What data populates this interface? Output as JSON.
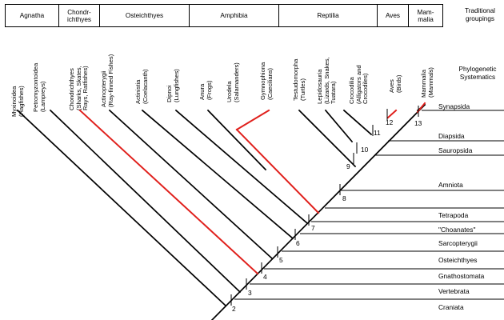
{
  "header": {
    "groups": [
      {
        "lines": [
          "Agnatha"
        ]
      },
      {
        "lines": [
          "Chondr-",
          "ichthyes"
        ]
      },
      {
        "lines": [
          "Osteichthyes"
        ]
      },
      {
        "lines": [
          "Amphibia"
        ]
      },
      {
        "lines": [
          "Reptilia"
        ]
      },
      {
        "lines": [
          "Aves"
        ]
      },
      {
        "lines": [
          "Mam-",
          "malia"
        ]
      }
    ],
    "traditional_label": [
      "Traditional",
      "groupings"
    ]
  },
  "phylogenetic_label": [
    "Phylogenetic",
    "Systematics"
  ],
  "taxa": [
    {
      "lines": [
        "Myxinoidea",
        "(Hagfishes)"
      ]
    },
    {
      "lines": [
        "Petromyzontoidea",
        "(Lampreys)"
      ]
    },
    {
      "lines": [
        "Chondrichthyes",
        "(Sharks, Skates,",
        "Rays, Ratfishes)"
      ]
    },
    {
      "lines": [
        "Actinopterygii",
        "(Ray-finned Fishes)"
      ]
    },
    {
      "lines": [
        "Actinistia",
        "(Coelacanth)"
      ]
    },
    {
      "lines": [
        "Dipnoi",
        "(Lungfishes)"
      ]
    },
    {
      "lines": [
        "Anura",
        "(Frogs)"
      ]
    },
    {
      "lines": [
        "Urodela",
        "(Salamanders)"
      ]
    },
    {
      "lines": [
        "Gymnophiona",
        "(Caecilians)"
      ]
    },
    {
      "lines": [
        "Testudomorpha",
        "(Turtles)"
      ]
    },
    {
      "lines": [
        "Lepidosauria",
        "(Lizards, Snakes,",
        "Tuatara)"
      ]
    },
    {
      "lines": [
        "Crocodilia",
        "(Alligators and",
        "Crocodiles)"
      ]
    },
    {
      "lines": [
        "Aves",
        "(Birds)"
      ]
    },
    {
      "lines": [
        "Mammalia",
        "(Mammals)"
      ]
    }
  ],
  "clade_groups": [
    "Synapsida",
    "Diapsida",
    "Sauropsida",
    "Amniota",
    "Tetrapoda",
    "\"Choanates\"",
    "Sarcopterygii",
    "Osteichthyes",
    "Gnathostomata",
    "Vertebrata",
    "Craniata"
  ],
  "node_numbers": [
    "2",
    "3",
    "4",
    "5",
    "6",
    "7",
    "8",
    "9",
    "10",
    "11",
    "12",
    "13"
  ],
  "colors": {
    "line": "#000000",
    "highlight": "#e0201c"
  }
}
